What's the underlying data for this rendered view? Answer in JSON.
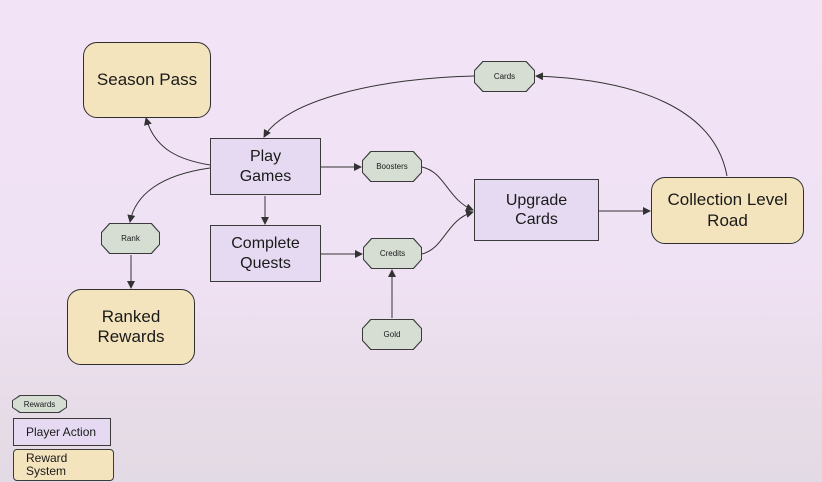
{
  "nodes": {
    "season_pass": "Season Pass",
    "play_games": "Play Games",
    "complete_quests": "Complete Quests",
    "upgrade_cards": "Upgrade Cards",
    "collection_level_road": "Collection Level Road",
    "ranked_rewards": "Ranked Rewards"
  },
  "tokens": {
    "cards": "Cards",
    "boosters": "Boosters",
    "credits": "Credits",
    "rank": "Rank",
    "gold": "Gold"
  },
  "legend": {
    "rewards": "Rewards",
    "player_action": "Player Action",
    "reward_system": "Reward System"
  },
  "colors": {
    "reward_system_fill": "#f4e4bd",
    "player_action_fill": "#e6daf2",
    "rewards_fill": "#d6ded4",
    "background": "#f2e3f6"
  }
}
